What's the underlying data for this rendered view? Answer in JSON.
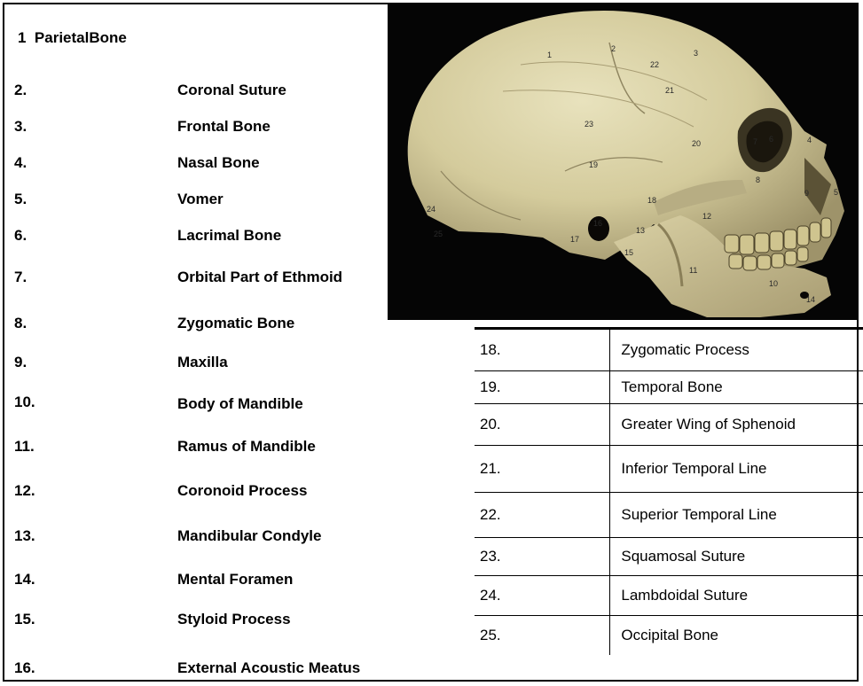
{
  "left_list": [
    {
      "num": "1",
      "name": "ParietalBone"
    },
    {
      "num": "2.",
      "name": "Coronal Suture"
    },
    {
      "num": "3.",
      "name": "Frontal Bone"
    },
    {
      "num": "4.",
      "name": "Nasal Bone"
    },
    {
      "num": "5.",
      "name": "Vomer"
    },
    {
      "num": "6.",
      "name": "Lacrimal Bone"
    },
    {
      "num": "7.",
      "name": "Orbital Part of Ethmoid"
    },
    {
      "num": "8.",
      "name": "Zygomatic Bone"
    },
    {
      "num": "9.",
      "name": "Maxilla"
    },
    {
      "num": "10.",
      "name": "Body of Mandible"
    },
    {
      "num": "11.",
      "name": "Ramus of Mandible"
    },
    {
      "num": "12.",
      "name": "Coronoid Process"
    },
    {
      "num": "13.",
      "name": "Mandibular Condyle"
    },
    {
      "num": "14.",
      "name": "Mental Foramen"
    },
    {
      "num": "15.",
      "name": "Styloid Process"
    },
    {
      "num": "16.",
      "name": "External Acoustic Meatus"
    }
  ],
  "right_table": [
    {
      "num": "18.",
      "name": "Zygomatic Process"
    },
    {
      "num": "19.",
      "name": "Temporal Bone"
    },
    {
      "num": "20.",
      "name": "Greater Wing of Sphenoid"
    },
    {
      "num": "21.",
      "name": "Inferior Temporal Line"
    },
    {
      "num": "22.",
      "name": "Superior Temporal Line"
    },
    {
      "num": "23.",
      "name": "Squamosal Suture"
    },
    {
      "num": "24.",
      "name": "Lambdoidal Suture"
    },
    {
      "num": "25.",
      "name": "Occipital Bone"
    }
  ],
  "photo": {
    "subject": "skull-lateral-view",
    "background_color": "#050505",
    "bone_color": "#d9d2a6",
    "markers": [
      "1",
      "2",
      "3",
      "22",
      "21",
      "23",
      "20",
      "7",
      "6",
      "4",
      "19",
      "8",
      "9",
      "5",
      "18",
      "12",
      "24",
      "16",
      "13",
      "25",
      "17",
      "15",
      "11",
      "10",
      "14"
    ]
  }
}
